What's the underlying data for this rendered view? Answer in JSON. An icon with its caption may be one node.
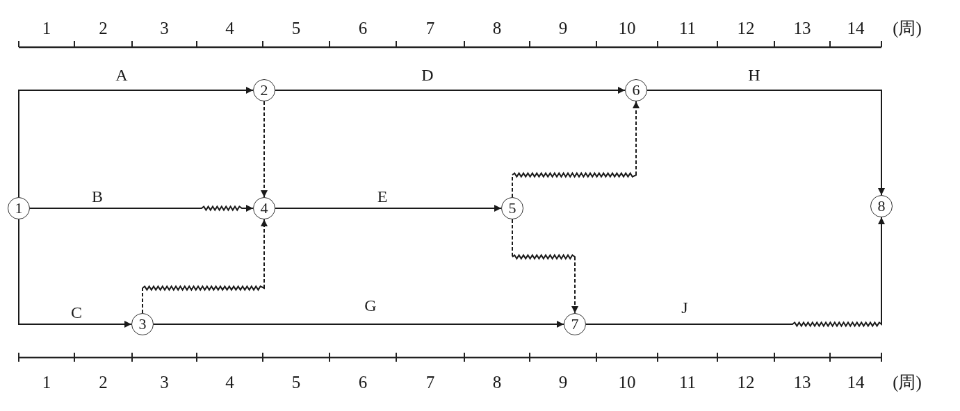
{
  "diagram": {
    "nodes": [
      {
        "text": [
          "1"
        ]
      },
      {
        "text": [
          "2"
        ]
      },
      {
        "text": [
          "3"
        ]
      },
      {
        "text": [
          "4"
        ]
      },
      {
        "text": [
          "5"
        ]
      },
      {
        "text": [
          "6"
        ]
      },
      {
        "text": [
          "7"
        ]
      },
      {
        "text": [
          "8"
        ]
      }
    ],
    "edges": [
      {
        "from": 0,
        "to": 1,
        "arrow": "to",
        "label": "A"
      },
      {
        "from": 0,
        "to": 3,
        "arrow": "to",
        "label": "B"
      },
      {
        "from": 0,
        "to": 2,
        "arrow": "to",
        "label": "C"
      },
      {
        "from": 1,
        "to": 5,
        "arrow": "to",
        "label": "D"
      },
      {
        "from": 1,
        "to": 3,
        "arrow": "to",
        "style": "dashed"
      },
      {
        "from": 2,
        "to": 3,
        "arrow": "to",
        "style": "dashed"
      },
      {
        "from": 3,
        "to": 4,
        "arrow": "to",
        "label": "E"
      },
      {
        "from": 2,
        "to": 6,
        "arrow": "to",
        "label": "G"
      },
      {
        "from": 4,
        "to": 5,
        "arrow": "to",
        "style": "dashed"
      },
      {
        "from": 4,
        "to": 6,
        "arrow": "to",
        "style": "dashed"
      },
      {
        "from": 5,
        "to": 7,
        "arrow": "to",
        "label": "H"
      },
      {
        "from": 6,
        "to": 7,
        "arrow": "to",
        "label": "J"
      }
    ],
    "labels": [
      "1",
      "2",
      "3",
      "4",
      "5",
      "6",
      "7",
      "8",
      "9",
      "10",
      "11",
      "12",
      "13",
      "14",
      "(周)",
      "1",
      "2",
      "3",
      "4",
      "5",
      "6",
      "7",
      "8",
      "9",
      "10",
      "11",
      "12",
      "13",
      "14",
      "(周)"
    ]
  }
}
